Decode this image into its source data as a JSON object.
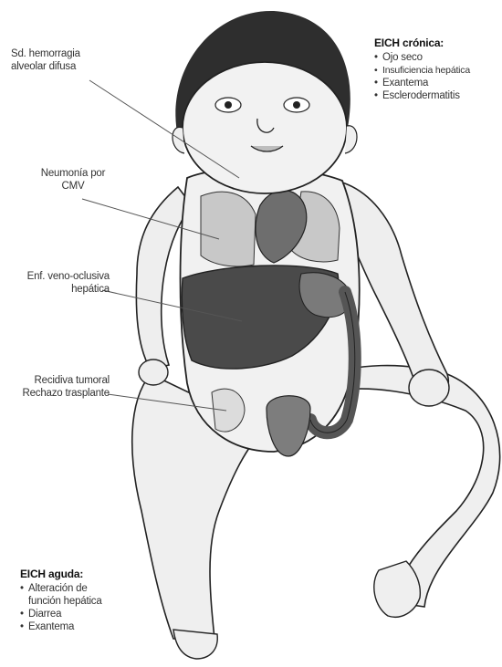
{
  "labels": {
    "hemorragia": [
      "Sd. hemorragia",
      "alveolar difusa"
    ],
    "neumonia": [
      "Neumonía por",
      "CMV"
    ],
    "venooclusiva": [
      "Enf. veno-oclusiva",
      "hepática"
    ],
    "recidiva": [
      "Recidiva tumoral",
      "Rechazo trasplante"
    ]
  },
  "eich_cronica": {
    "title": "EICH crónica:",
    "items": [
      "Ojo seco",
      "Insuficiencia hepática",
      "Exantema",
      "Esclerodermatitis"
    ]
  },
  "eich_aguda": {
    "title": "EICH aguda:",
    "items": [
      "Alteración de función hepática",
      "Diarrea",
      "Exantema"
    ]
  },
  "colors": {
    "skin": "#f1f1f1",
    "organ_dark": "#4a4a4a",
    "organ_mid": "#7a7a7a",
    "outline": "#222222",
    "hair": "#2e2e2e"
  }
}
